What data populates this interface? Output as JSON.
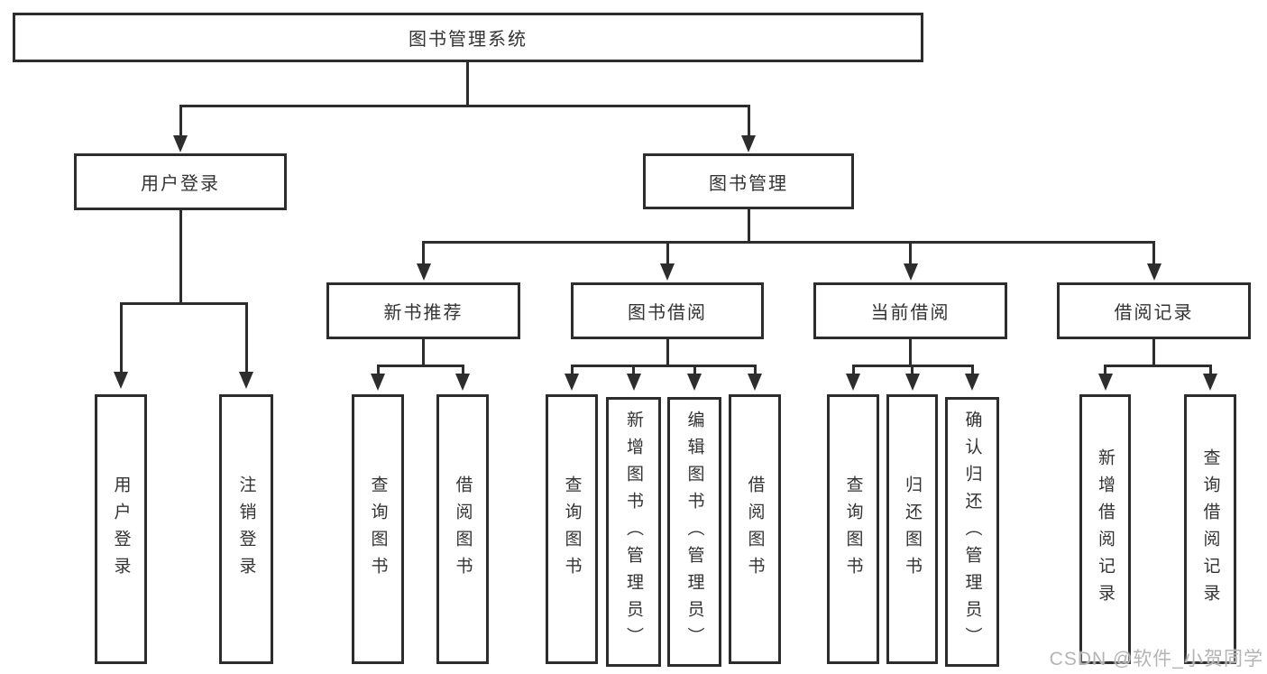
{
  "diagram": {
    "root": "图书管理系统",
    "left_branch": {
      "label": "用户登录",
      "children": [
        "用户登录",
        "注销登录"
      ]
    },
    "right_branch": {
      "label": "图书管理",
      "groups": [
        {
          "label": "新书推荐",
          "children": [
            "查询图书",
            "借阅图书"
          ]
        },
        {
          "label": "图书借阅",
          "children": [
            "查询图书",
            "新增图书（管理员）",
            "编辑图书（管理员）",
            "借阅图书"
          ]
        },
        {
          "label": "当前借阅",
          "children": [
            "查询图书",
            "归还图书",
            "确认归还（管理员）"
          ]
        },
        {
          "label": "借阅记录",
          "children": [
            "新增借阅记录",
            "查询借阅记录"
          ]
        }
      ]
    }
  },
  "watermark": "CSDN @软件_小贺同学",
  "colors": {
    "line": "#2d2d2d",
    "box_border": "#2d2d2d",
    "text": "#333333",
    "background": "#ffffff",
    "watermark": "#b4b4b4"
  }
}
